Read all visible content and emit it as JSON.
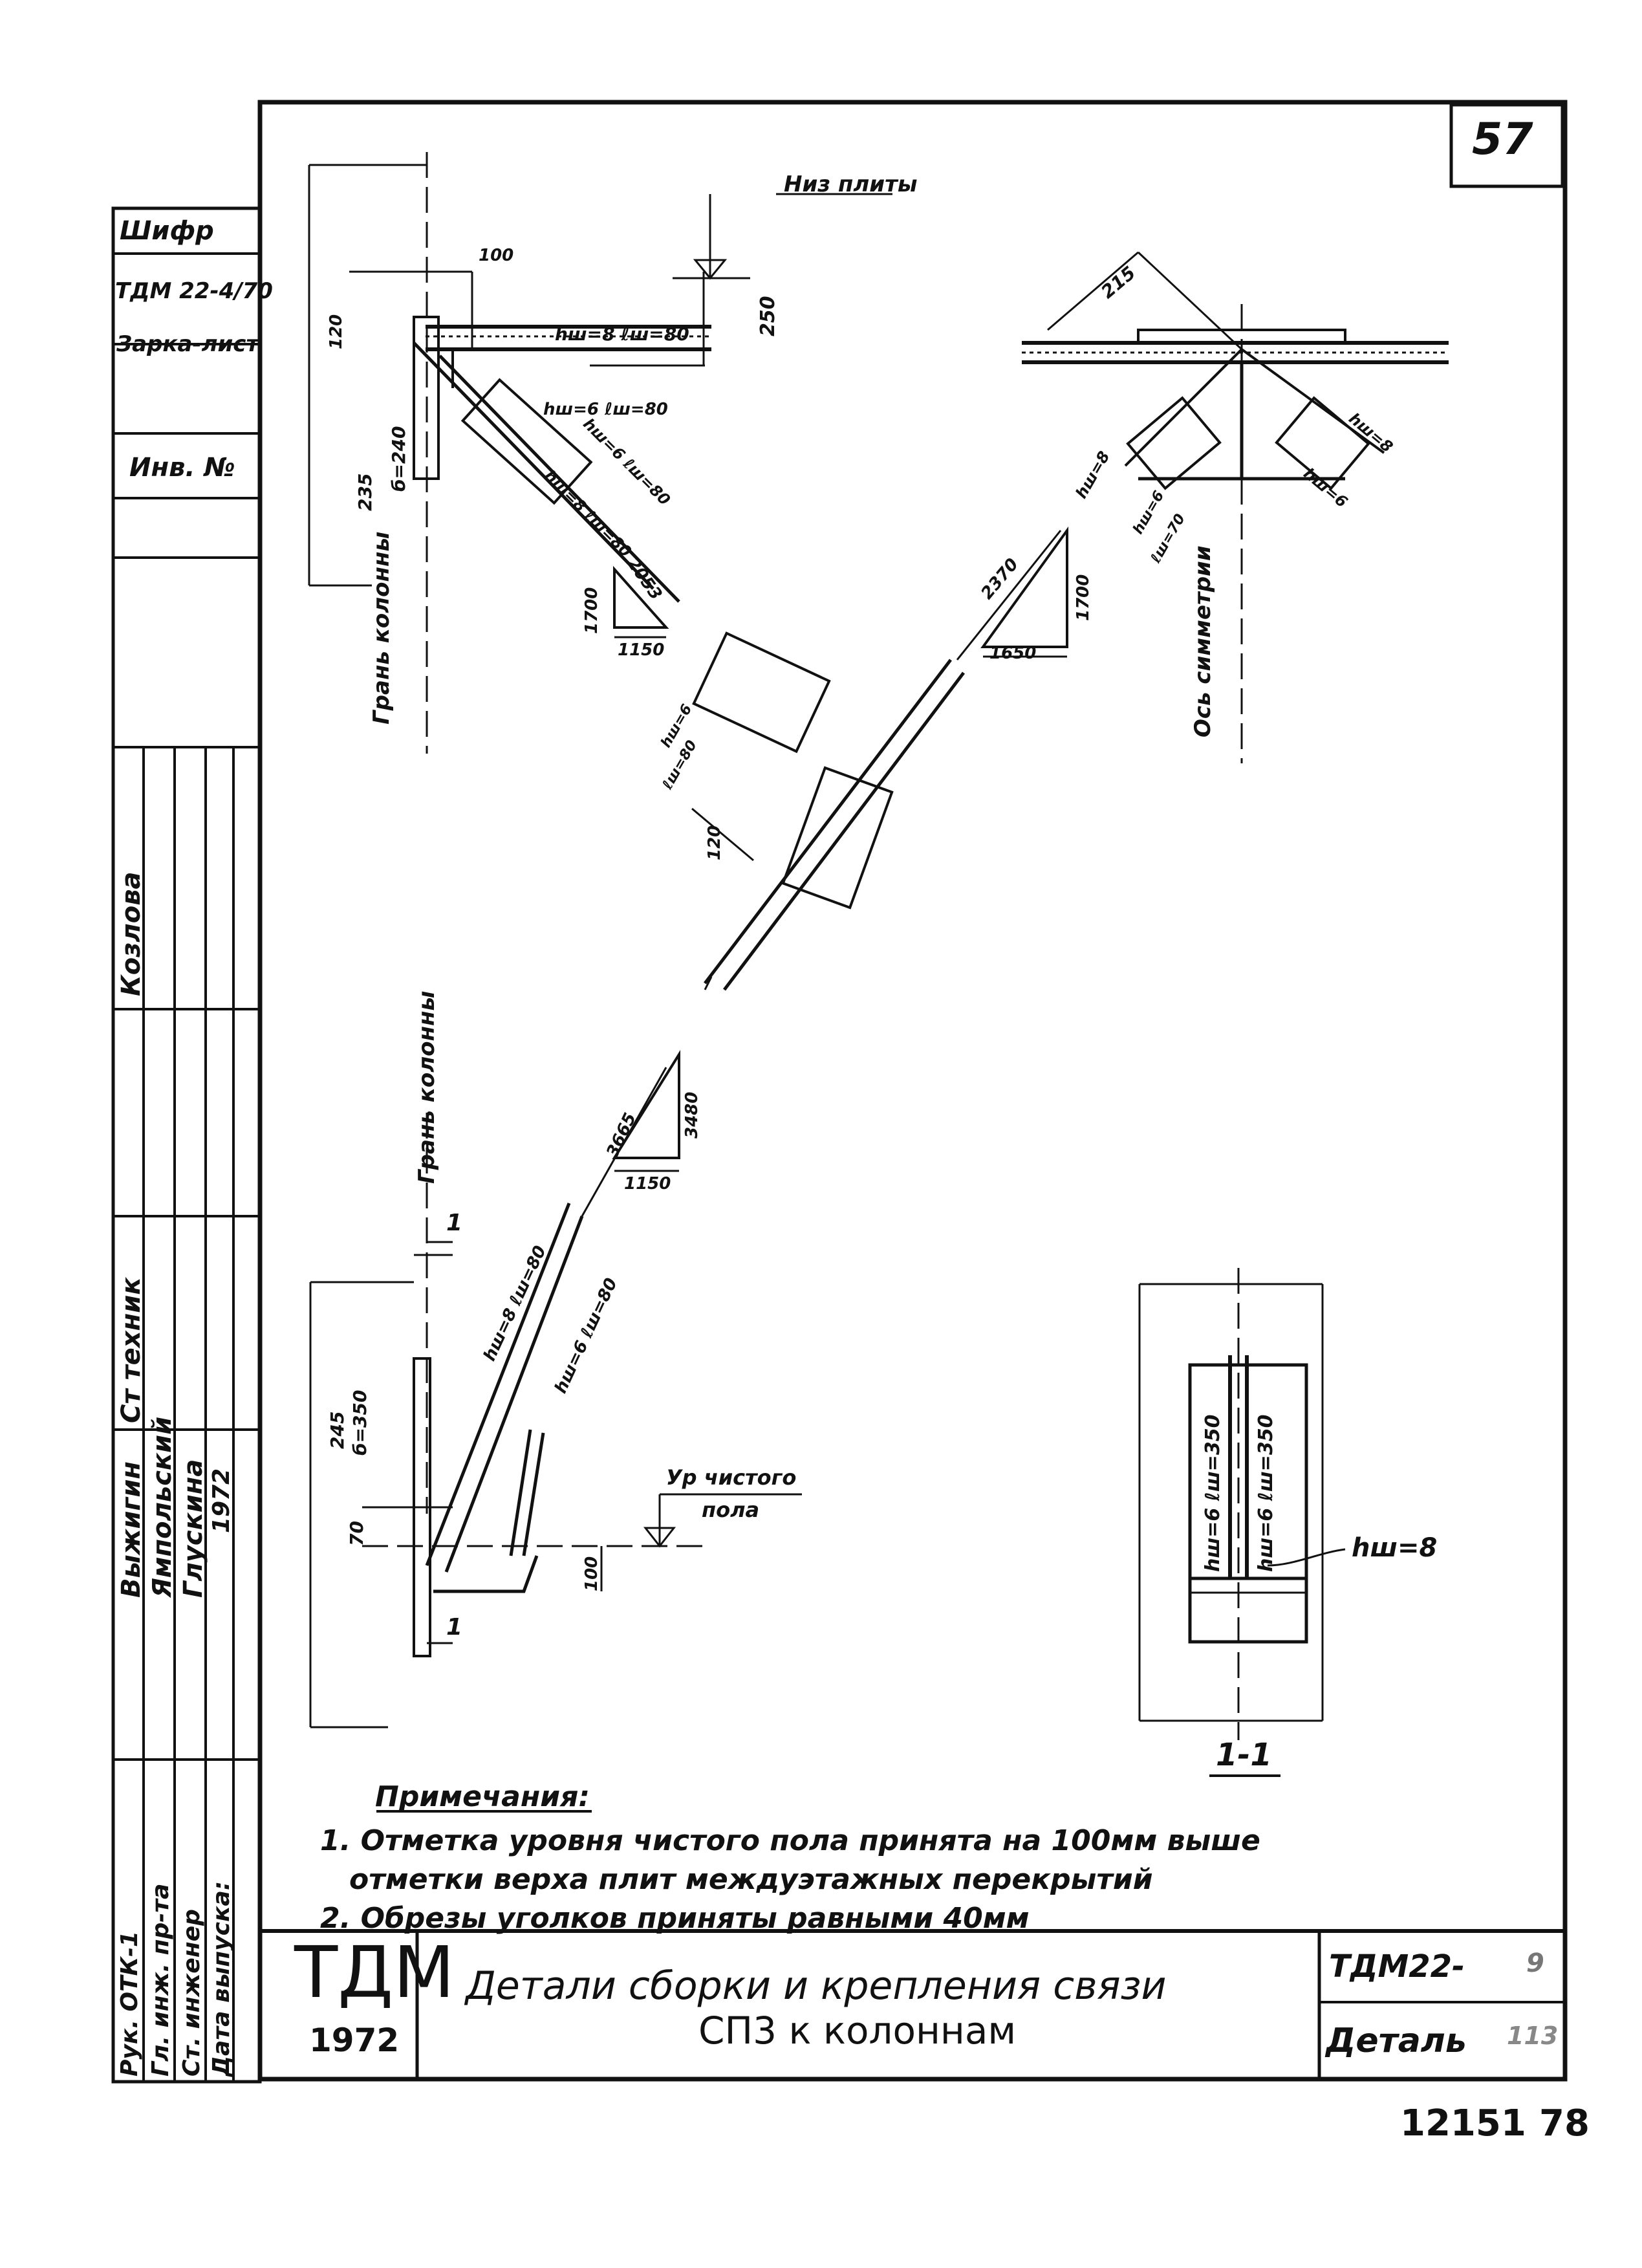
{
  "sheet_number": "57",
  "side_stamp": {
    "code_label": "Шифр",
    "code_value": "ТДМ 22-4/70",
    "type_value": "Зарка-лист",
    "inv_label": "Инв. №"
  },
  "signature_rows": [
    {
      "role": "Рук. ОТК-1",
      "name": "Выжигин"
    },
    {
      "role": "Гл. инж. пр-та",
      "name": "Ямпольский"
    },
    {
      "role": "Ст. инженер",
      "name": "Глускина"
    },
    {
      "role": "Дата выпуска:",
      "name": "1972"
    },
    {
      "role": "Ст техник",
      "name": "Козлова"
    }
  ],
  "drawing_labels": {
    "top_left": {
      "dim_120": "120",
      "dim_100": "100",
      "dim_250": "250",
      "dim_235": "235",
      "plate": "б=240",
      "weld1": "hш=8 ℓш=80",
      "weld2": "hш=6 ℓш=80",
      "weld3": "hш=6 ℓш=80",
      "weld4": "hш=8 ℓш=80",
      "slope_long": "2053",
      "slope_vert": "1700",
      "slope_horiz": "1150",
      "slab_mark": "Низ плиты",
      "col_face": "Грань колонны"
    },
    "top_right": {
      "dim_215": "215",
      "w_left_h": "hш=8",
      "w_left_h2": "hш=6",
      "w_left_l": "ℓш=70",
      "w_right_h": "hш=8",
      "w_right_h2": "hш=6",
      "axis": "Ось симметрии"
    },
    "middle": {
      "slope_long": "2370",
      "slope_vert": "1700",
      "slope_horiz": "1650",
      "w_h": "hш=6",
      "w_l": "ℓш=80",
      "dim_120": "120"
    },
    "bottom_left": {
      "col_face": "Грань колонны",
      "slope_long": "3665",
      "slope_vert": "3480",
      "slope_horiz": "1150",
      "sec_mark": "1",
      "weld1": "hш=8 ℓш=80",
      "weld2": "hш=6 ℓш=80",
      "dim_245": "245",
      "plate": "б=350",
      "dim_70": "70",
      "dim_100": "100",
      "floor_mark": "Ур чистого",
      "floor_mark2": "пола"
    },
    "section": {
      "weld_left": "hш=6 ℓш=350",
      "weld_right": "hш=6 ℓш=350",
      "weld_base": "hш=8",
      "title": "1-1"
    }
  },
  "notes": {
    "heading": "Примечания:",
    "items": [
      "1. Отметка уровня чистого пола принята на 100мм выше",
      "отметки верха плит междуэтажных перекрытий",
      "2. Обрезы уголков приняты равными 40мм"
    ]
  },
  "title_block": {
    "logo": "ТДМ",
    "year": "1972",
    "title_line1": "Детали сборки и крепления связи",
    "title_line2": "СП3 к колоннам",
    "doc_code": "ТДМ22-",
    "doc_code_suffix": "9",
    "sheet_label": "Деталь",
    "sheet_suffix": "113"
  },
  "footer_numbers": {
    "left": "12151",
    "right": "78"
  }
}
